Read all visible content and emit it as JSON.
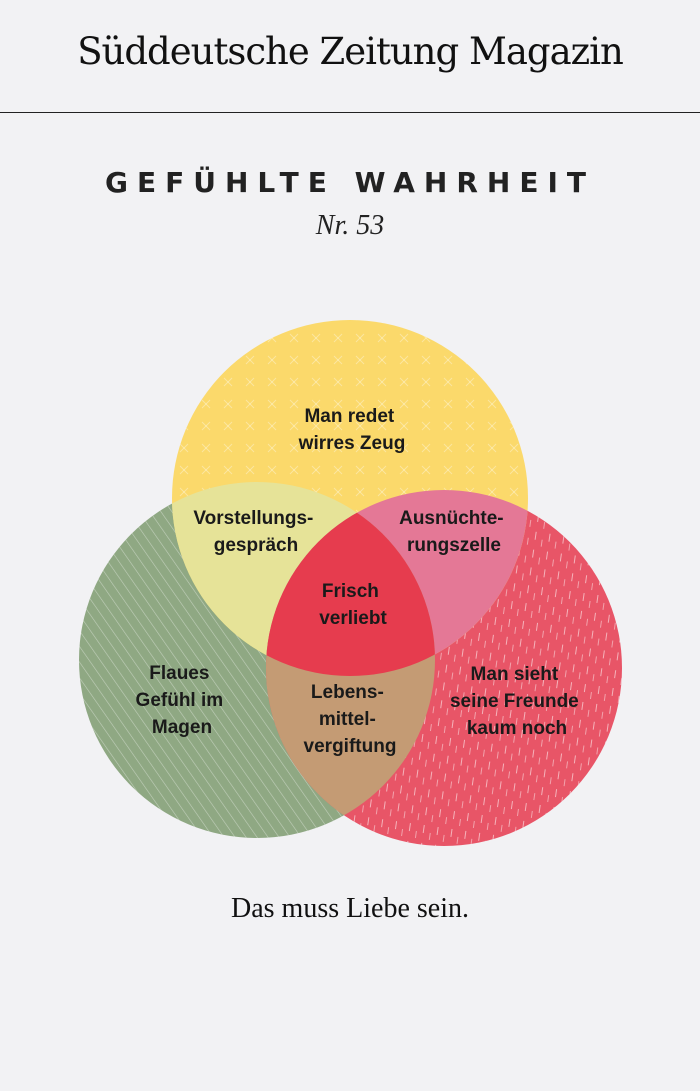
{
  "masthead": {
    "title": "Süddeutsche Zeitung Magazin"
  },
  "header": {
    "title": "GEFÜHLTE WAHRHEIT",
    "issue": "Nr. 53"
  },
  "diagram": {
    "circles": [
      {
        "id": "top",
        "color": "#fbd96b",
        "label": [
          "Man redet",
          "wirres Zeug"
        ]
      },
      {
        "id": "left",
        "color": "#8fa883",
        "label": [
          "Flaues",
          "Gefühl im",
          "Magen"
        ]
      },
      {
        "id": "right",
        "color": "#e85567",
        "label": [
          "Man sieht",
          "seine Freunde",
          "kaum noch"
        ]
      }
    ],
    "intersections": {
      "top_left": {
        "color": "#e6e398",
        "label": [
          "Vorstellungs-",
          "gespräch"
        ]
      },
      "top_right": {
        "color": "#e47896",
        "label": [
          "Ausnüchte-",
          "rungszelle"
        ]
      },
      "left_right": {
        "color": "#c49b74",
        "label": [
          "Lebens-",
          "mittel-",
          "vergiftung"
        ]
      },
      "all": {
        "color": "#e63c4e",
        "label": [
          "Frisch",
          "verliebt"
        ]
      }
    }
  },
  "caption": "Das muss Liebe sein."
}
